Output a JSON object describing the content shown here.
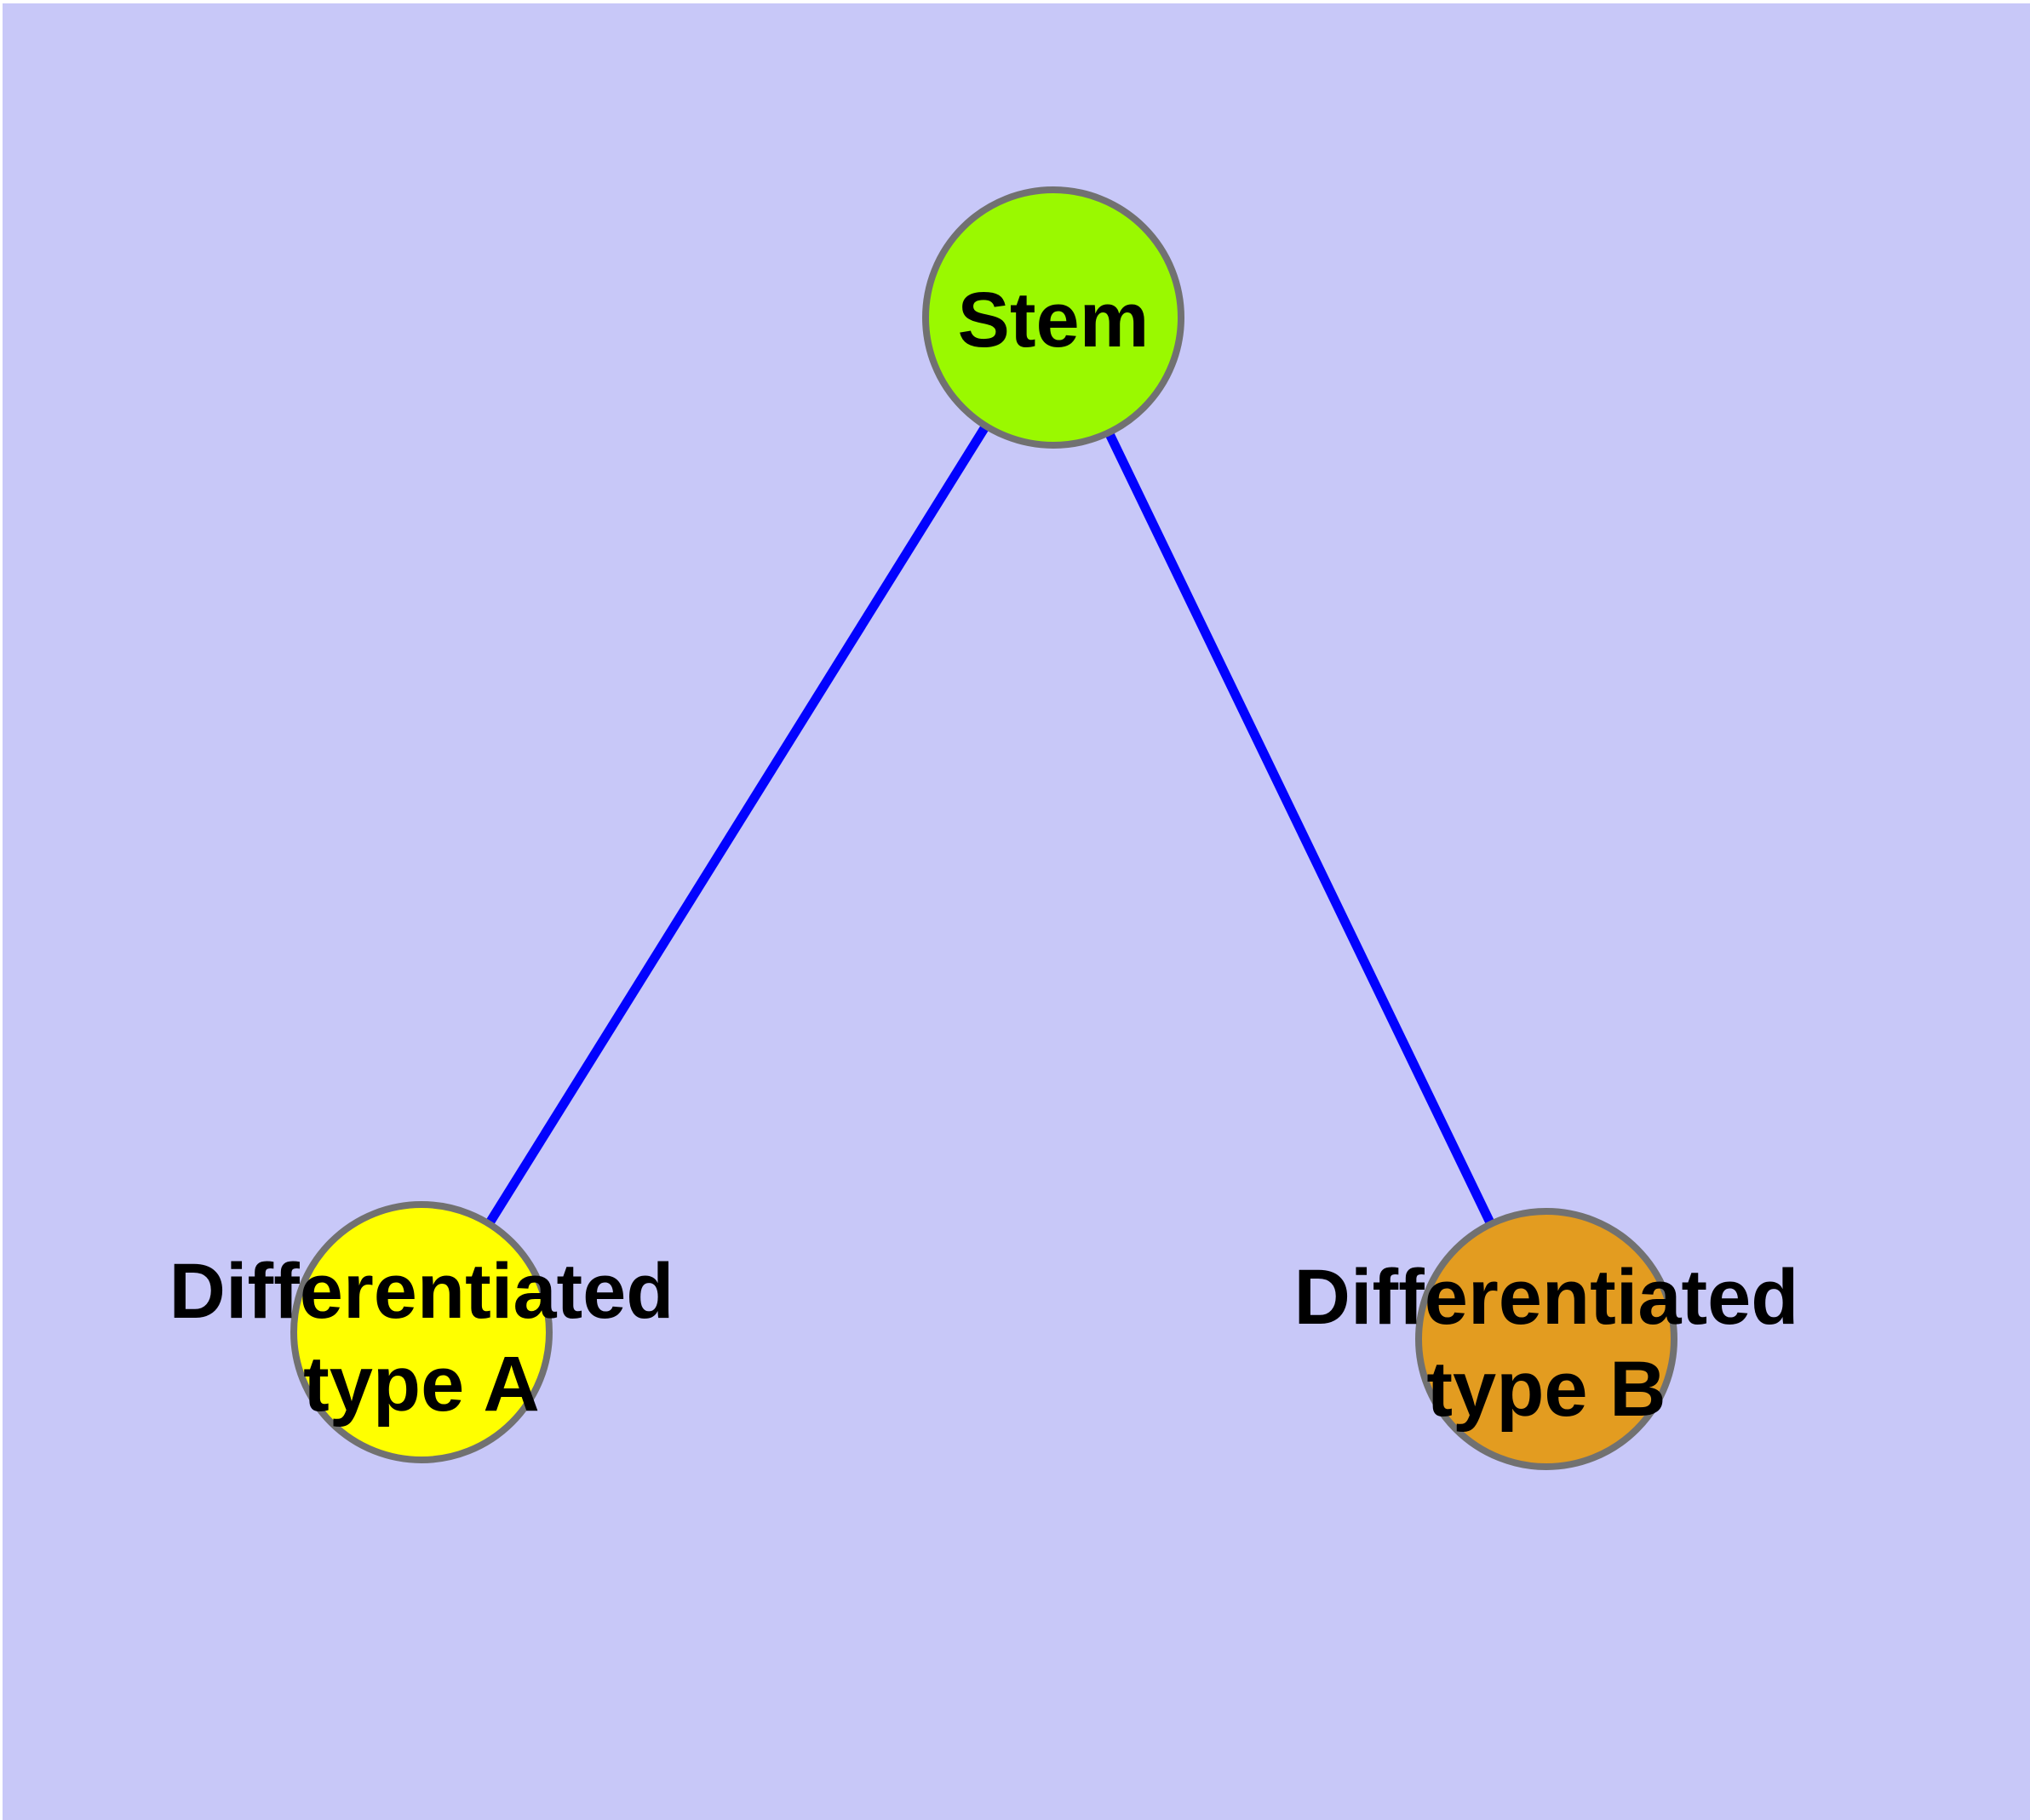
{
  "diagram": {
    "type": "node-link-graph",
    "background_color": "#C8C8F8",
    "frame_color": "#FFFFFF",
    "edge_color": "#0202FE",
    "node_border_color": "#717171",
    "label_color": "#000000",
    "nodes": [
      {
        "id": "stem",
        "label_lines": [
          "Stem"
        ],
        "fill_color": "#9AF900"
      },
      {
        "id": "differentiated-type-a",
        "label_lines": [
          "Differentiated",
          "type A"
        ],
        "fill_color": "#FFFF00"
      },
      {
        "id": "differentiated-type-b",
        "label_lines": [
          "Differentiated",
          "type B"
        ],
        "fill_color": "#E39C20"
      }
    ],
    "edges": [
      {
        "from": "stem",
        "to": "differentiated-type-a"
      },
      {
        "from": "stem",
        "to": "differentiated-type-b"
      }
    ]
  }
}
